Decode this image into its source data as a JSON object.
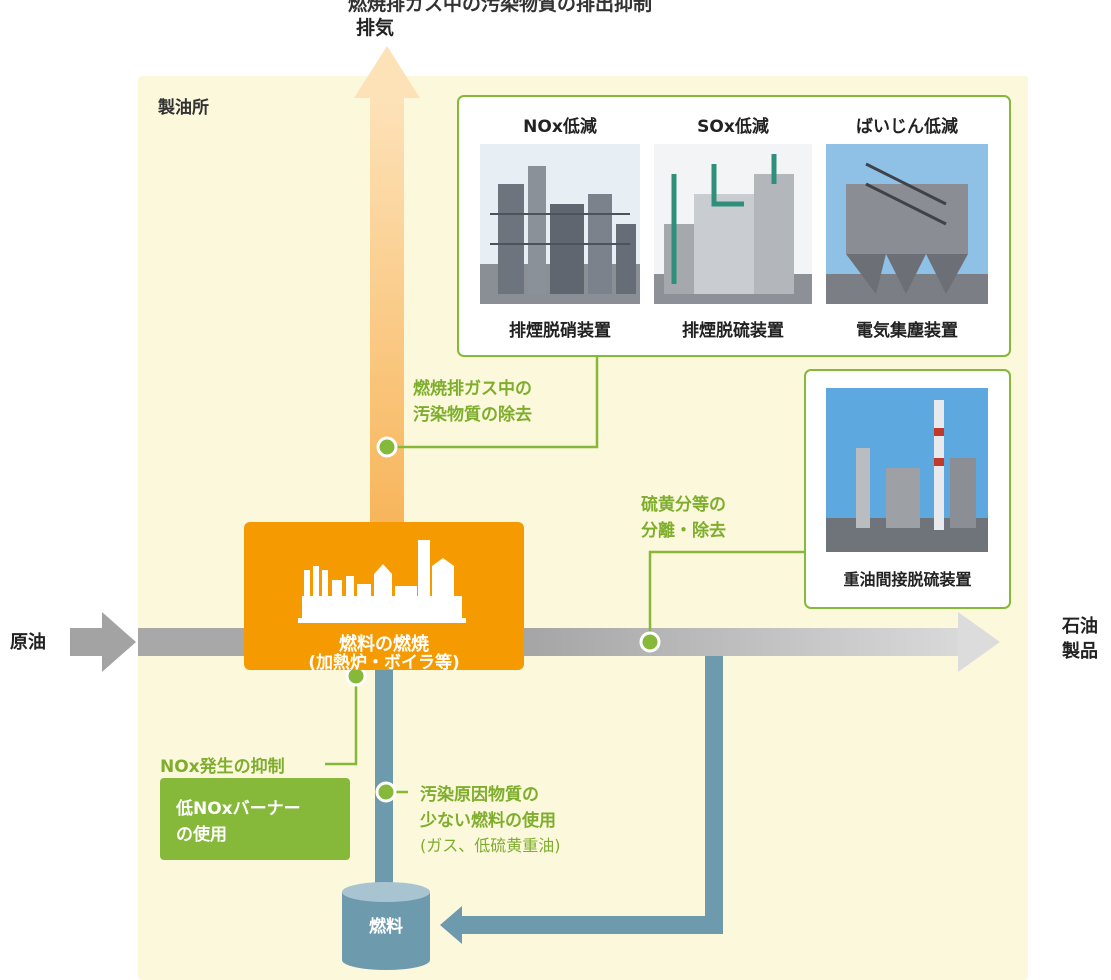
{
  "header": {
    "partial_text": "燃焼排ガス中の汚染物質の排出抑制",
    "exhaust_label": "排気"
  },
  "refinery": {
    "label": "製油所"
  },
  "flow": {
    "crude_label": "原油",
    "product_label_line1": "石油",
    "product_label_line2": "製品"
  },
  "furnace": {
    "line1": "燃料の燃焼",
    "line2": "(加熱炉・ボイラ等)"
  },
  "fuel_tank": {
    "label": "燃料"
  },
  "emission_devices": [
    {
      "heading": "NOx低減",
      "caption": "排煙脱硝装置"
    },
    {
      "heading": "SOx低減",
      "caption": "排煙脱硫装置"
    },
    {
      "heading": "ばいじん低減",
      "caption": "電気集塵装置"
    }
  ],
  "desulfurization": {
    "caption": "重油間接脱硫装置"
  },
  "annotations": {
    "flue_gas_line1": "燃焼排ガス中の",
    "flue_gas_line2": "汚染物質の除去",
    "sulfur_line1": "硫黄分等の",
    "sulfur_line2": "分離・除去",
    "nox_suppress": "NOx発生の抑制",
    "low_pollutant_line1": "汚染原因物質の",
    "low_pollutant_line2": "少ない燃料の使用",
    "low_pollutant_line3": "(ガス、低硫黄重油)"
  },
  "low_nox_box": {
    "line1": "低NOxバーナー",
    "line2": "の使用"
  },
  "colors": {
    "refinery_bg": "#fbf8dc",
    "orange": "#f59a00",
    "arrow_orange_light": "#fbd9a4",
    "green": "#86b83a",
    "pipe_blue": "#6e9aae",
    "flow_gray": "#a8a8a8"
  }
}
